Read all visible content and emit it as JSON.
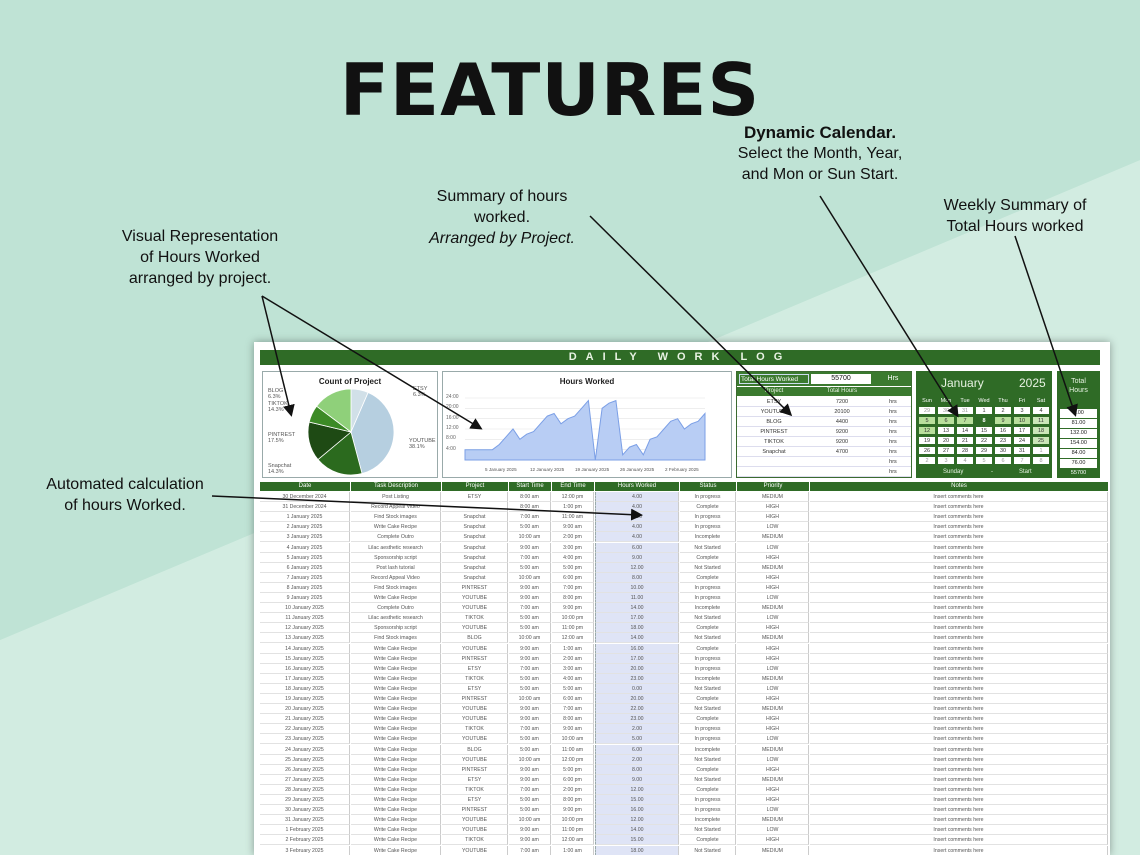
{
  "heading": "FEATURES",
  "callouts": {
    "calendar": {
      "title": "Dynamic Calendar.",
      "lines": [
        "Select the Month, Year,",
        "and Mon or Sun Start."
      ]
    },
    "weekly": {
      "lines": [
        "Weekly Summary of",
        "Total Hours worked"
      ]
    },
    "summary": {
      "lines": [
        "Summary of hours",
        "worked."
      ],
      "italic": "Arranged by Project."
    },
    "visual": {
      "lines": [
        "Visual Representation",
        "of Hours Worked",
        "arranged by project."
      ]
    },
    "automated": {
      "lines": [
        "Automated calculation",
        "of hours Worked."
      ]
    }
  },
  "sheet": {
    "banner": "DAILY WORK LOG",
    "pie": {
      "title": "Count of Project",
      "labels": [
        "BLOG",
        "TIKTOK",
        "PINTREST",
        "Snapchat",
        "ETSY",
        "YOUTUBE"
      ],
      "percents": [
        "6.3%",
        "14.3%",
        "17.5%",
        "14.3%",
        "6.3%",
        "38.1%"
      ],
      "colors": [
        "#3c8a26",
        "#8fd07a",
        "#2b6a1e",
        "#1e4a14",
        "#d1e0e8",
        "#b6cfe0"
      ]
    },
    "line": {
      "title": "Hours Worked",
      "ticks": [
        "24:00",
        "20:00",
        "16:00",
        "12:00",
        "8:00",
        "4:00"
      ],
      "xlabels": [
        "5 January 2025",
        "12 January 2025",
        "19 January 2025",
        "26 January 2025",
        "2 February 2025"
      ]
    },
    "summary": {
      "total_label": "Total Hours Worked",
      "total_value": "55700",
      "total_unit": "Hrs",
      "col_project": "Project",
      "col_total": "Total Hours",
      "rows": [
        {
          "project": "ETSY",
          "hours": "7200",
          "unit": "hrs"
        },
        {
          "project": "YOUTUBE",
          "hours": "20100",
          "unit": "hrs"
        },
        {
          "project": "BLOG",
          "hours": "4400",
          "unit": "hrs"
        },
        {
          "project": "PINTREST",
          "hours": "9200",
          "unit": "hrs"
        },
        {
          "project": "TIKTOK",
          "hours": "9200",
          "unit": "hrs"
        },
        {
          "project": "Snapchat",
          "hours": "4700",
          "unit": "hrs"
        },
        {
          "project": "",
          "hours": "",
          "unit": "hrs"
        },
        {
          "project": "",
          "hours": "",
          "unit": "hrs"
        }
      ]
    },
    "calendar": {
      "month": "January",
      "year": "2025",
      "dow": [
        "Sun",
        "Mon",
        "Tue",
        "Wed",
        "Thu",
        "Fri",
        "Sat"
      ],
      "weeks": [
        [
          "29",
          "30",
          "31",
          "1",
          "2",
          "3",
          "4"
        ],
        [
          "5",
          "6",
          "7",
          "8",
          "9",
          "10",
          "11"
        ],
        [
          "12",
          "13",
          "14",
          "15",
          "16",
          "17",
          "18"
        ],
        [
          "19",
          "20",
          "21",
          "22",
          "23",
          "24",
          "25"
        ],
        [
          "26",
          "27",
          "28",
          "29",
          "30",
          "31",
          "1"
        ],
        [
          "2",
          "3",
          "4",
          "5",
          "6",
          "7",
          "8"
        ]
      ],
      "start_label": "Sunday",
      "start_sep": "-",
      "start_suffix": "Start"
    },
    "weekly": {
      "title_line1": "Total",
      "title_line2": "Hours",
      "values": [
        "0.00",
        "81.00",
        "132.00",
        "154.00",
        "84.00",
        "76.00",
        "55700"
      ]
    },
    "log": {
      "headers": [
        "Date",
        "Task Description",
        "Project",
        "Start Time",
        "End Time",
        "Hours Worked",
        "Status",
        "Priority",
        "Notes"
      ],
      "rows": [
        [
          "30 December 2024",
          "Post Listing",
          "ETSY",
          "8:00 am",
          "12:00 pm",
          "4.00",
          "In progress",
          "MEDIUM",
          "Insert comments here"
        ],
        [
          "31 December 2024",
          "Record Appeal Video",
          "",
          "8:00 am",
          "1:00 pm",
          "4.00",
          "Complete",
          "HIGH",
          "Insert comments here"
        ],
        [
          "1 January 2025",
          "Find Stock images",
          "Snapchat",
          "7:00 am",
          "11:00 am",
          "4.00",
          "In progress",
          "HIGH",
          "Insert comments here"
        ],
        [
          "2 January 2025",
          "Write Cake Recipe",
          "Snapchat",
          "5:00 am",
          "9:00 am",
          "4.00",
          "In progress",
          "LOW",
          "Insert comments here"
        ],
        [
          "3 January 2025",
          "Complete Outro",
          "Snapchat",
          "10:00 am",
          "2:00 pm",
          "4.00",
          "Incomplete",
          "MEDIUM",
          "Insert comments here"
        ],
        [
          "4 January 2025",
          "Lilac aesthetic research",
          "Snapchat",
          "9:00 am",
          "3:00 pm",
          "6.00",
          "Not Started",
          "LOW",
          "Insert comments here"
        ],
        [
          "5 January 2025",
          "Sponsorship script",
          "Snapchat",
          "7:00 am",
          "4:00 pm",
          "9.00",
          "Complete",
          "HIGH",
          "Insert comments here"
        ],
        [
          "6 January 2025",
          "Post lash tutorial",
          "Snapchat",
          "5:00 am",
          "5:00 pm",
          "12.00",
          "Not Started",
          "MEDIUM",
          "Insert comments here"
        ],
        [
          "7 January 2025",
          "Record Appeal Video",
          "Snapchat",
          "10:00 am",
          "6:00 pm",
          "8.00",
          "Complete",
          "HIGH",
          "Insert comments here"
        ],
        [
          "8 January 2025",
          "Find Stock images",
          "PINTREST",
          "9:00 am",
          "7:00 pm",
          "10.00",
          "In progress",
          "HIGH",
          "Insert comments here"
        ],
        [
          "9 January 2025",
          "Write Cake Recipe",
          "YOUTUBE",
          "9:00 am",
          "8:00 pm",
          "11.00",
          "In progress",
          "LOW",
          "Insert comments here"
        ],
        [
          "10 January 2025",
          "Complete Outro",
          "YOUTUBE",
          "7:00 am",
          "9:00 pm",
          "14.00",
          "Incomplete",
          "MEDIUM",
          "Insert comments here"
        ],
        [
          "11 January 2025",
          "Lilac aesthetic research",
          "TIKTOK",
          "5:00 am",
          "10:00 pm",
          "17.00",
          "Not Started",
          "LOW",
          "Insert comments here"
        ],
        [
          "12 January 2025",
          "Sponsorship script",
          "YOUTUBE",
          "5:00 am",
          "11:00 pm",
          "18.00",
          "Complete",
          "HIGH",
          "Insert comments here"
        ],
        [
          "13 January 2025",
          "Find Stock images",
          "BLOG",
          "10:00 am",
          "12:00 am",
          "14.00",
          "Not Started",
          "MEDIUM",
          "Insert comments here"
        ],
        [
          "14 January 2025",
          "Write Cake Recipe",
          "YOUTUBE",
          "9:00 am",
          "1:00 am",
          "16.00",
          "Complete",
          "HIGH",
          "Insert comments here"
        ],
        [
          "15 January 2025",
          "Write Cake Recipe",
          "PINTREST",
          "9:00 am",
          "2:00 am",
          "17.00",
          "In progress",
          "HIGH",
          "Insert comments here"
        ],
        [
          "16 January 2025",
          "Write Cake Recipe",
          "ETSY",
          "7:00 am",
          "3:00 am",
          "20.00",
          "In progress",
          "LOW",
          "Insert comments here"
        ],
        [
          "17 January 2025",
          "Write Cake Recipe",
          "TIKTOK",
          "5:00 am",
          "4:00 am",
          "23.00",
          "Incomplete",
          "MEDIUM",
          "Insert comments here"
        ],
        [
          "18 January 2025",
          "Write Cake Recipe",
          "ETSY",
          "5:00 am",
          "5:00 am",
          "0.00",
          "Not Started",
          "LOW",
          "Insert comments here"
        ],
        [
          "19 January 2025",
          "Write Cake Recipe",
          "PINTREST",
          "10:00 am",
          "6:00 am",
          "20.00",
          "Complete",
          "HIGH",
          "Insert comments here"
        ],
        [
          "20 January 2025",
          "Write Cake Recipe",
          "YOUTUBE",
          "9:00 am",
          "7:00 am",
          "22.00",
          "Not Started",
          "MEDIUM",
          "Insert comments here"
        ],
        [
          "21 January 2025",
          "Write Cake Recipe",
          "YOUTUBE",
          "9:00 am",
          "8:00 am",
          "23.00",
          "Complete",
          "HIGH",
          "Insert comments here"
        ],
        [
          "22 January 2025",
          "Write Cake Recipe",
          "TIKTOK",
          "7:00 am",
          "9:00 am",
          "2.00",
          "In progress",
          "HIGH",
          "Insert comments here"
        ],
        [
          "23 January 2025",
          "Write Cake Recipe",
          "YOUTUBE",
          "5:00 am",
          "10:00 am",
          "5.00",
          "In progress",
          "LOW",
          "Insert comments here"
        ],
        [
          "24 January 2025",
          "Write Cake Recipe",
          "BLOG",
          "5:00 am",
          "11:00 am",
          "6.00",
          "Incomplete",
          "MEDIUM",
          "Insert comments here"
        ],
        [
          "25 January 2025",
          "Write Cake Recipe",
          "YOUTUBE",
          "10:00 am",
          "12:00 pm",
          "2.00",
          "Not Started",
          "LOW",
          "Insert comments here"
        ],
        [
          "26 January 2025",
          "Write Cake Recipe",
          "PINTREST",
          "9:00 am",
          "5:00 pm",
          "8.00",
          "Complete",
          "HIGH",
          "Insert comments here"
        ],
        [
          "27 January 2025",
          "Write Cake Recipe",
          "ETSY",
          "9:00 am",
          "6:00 pm",
          "9.00",
          "Not Started",
          "MEDIUM",
          "Insert comments here"
        ],
        [
          "28 January 2025",
          "Write Cake Recipe",
          "TIKTOK",
          "7:00 am",
          "2:00 pm",
          "12.00",
          "Complete",
          "HIGH",
          "Insert comments here"
        ],
        [
          "29 January 2025",
          "Write Cake Recipe",
          "ETSY",
          "5:00 am",
          "8:00 pm",
          "15.00",
          "In progress",
          "HIGH",
          "Insert comments here"
        ],
        [
          "30 January 2025",
          "Write Cake Recipe",
          "PINTREST",
          "5:00 am",
          "9:00 pm",
          "16.00",
          "In progress",
          "LOW",
          "Insert comments here"
        ],
        [
          "31 January 2025",
          "Write Cake Recipe",
          "YOUTUBE",
          "10:00 am",
          "10:00 pm",
          "12.00",
          "Incomplete",
          "MEDIUM",
          "Insert comments here"
        ],
        [
          "1 February 2025",
          "Write Cake Recipe",
          "YOUTUBE",
          "9:00 am",
          "11:00 pm",
          "14.00",
          "Not Started",
          "LOW",
          "Insert comments here"
        ],
        [
          "2 February 2025",
          "Write Cake Recipe",
          "TIKTOK",
          "9:00 am",
          "12:00 am",
          "15.00",
          "Complete",
          "HIGH",
          "Insert comments here"
        ],
        [
          "3 February 2025",
          "Write Cake Recipe",
          "YOUTUBE",
          "7:00 am",
          "1:00 am",
          "18.00",
          "Not Started",
          "MEDIUM",
          "Insert comments here"
        ]
      ]
    }
  }
}
